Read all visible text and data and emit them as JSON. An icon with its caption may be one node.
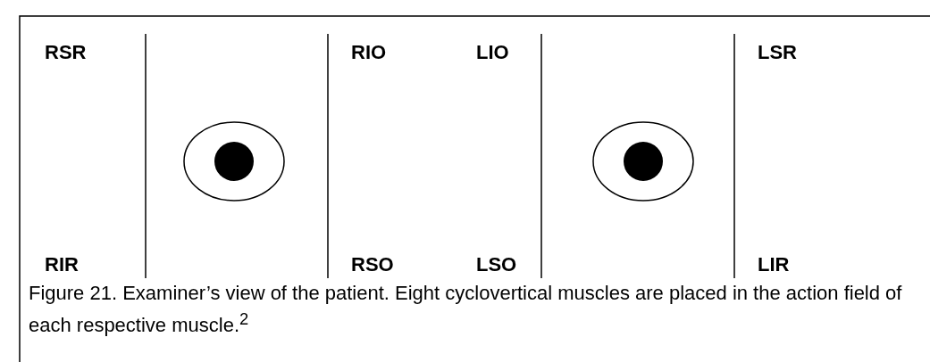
{
  "diagram": {
    "caption": "Figure 21.  Examiner’s view of the patient.  Eight cyclovertical muscles are placed in the action field of each respective muscle.$^{2}$",
    "labels": [
      "RSR",
      "RIO",
      "LIO",
      "LSR",
      "RIR",
      "RSO",
      "LSO",
      "LIR"
    ]
  }
}
